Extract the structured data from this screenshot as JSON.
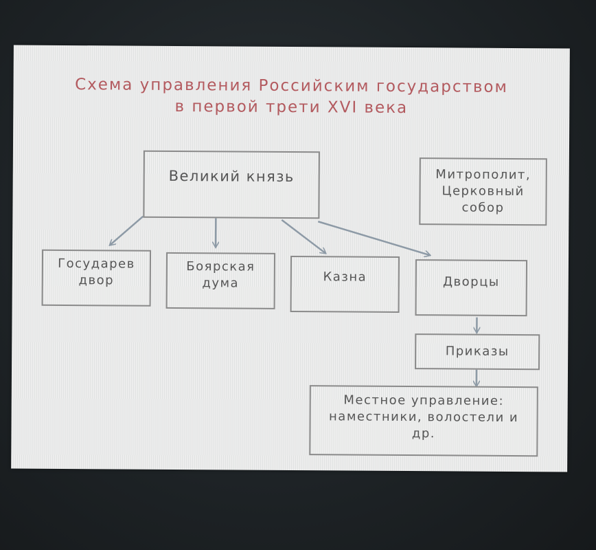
{
  "diagram": {
    "title_line1": "Схема управления Российским государством",
    "title_line2": "в первой трети XVI века",
    "nodes": {
      "grand_prince": "Великий князь",
      "metropolitan": "Митрополит, Церковный собор",
      "sovereign_court": "Государев двор",
      "boyar_duma": "Боярская дума",
      "treasury": "Казна",
      "palaces": "Дворцы",
      "prikazy": "Приказы",
      "local_government": "Местное управление: наместники, волостели и др."
    }
  },
  "colors": {
    "title": "#b35a5f",
    "text": "#555555",
    "border": "#8a8a8a",
    "arrow": "#8d9aa6"
  }
}
